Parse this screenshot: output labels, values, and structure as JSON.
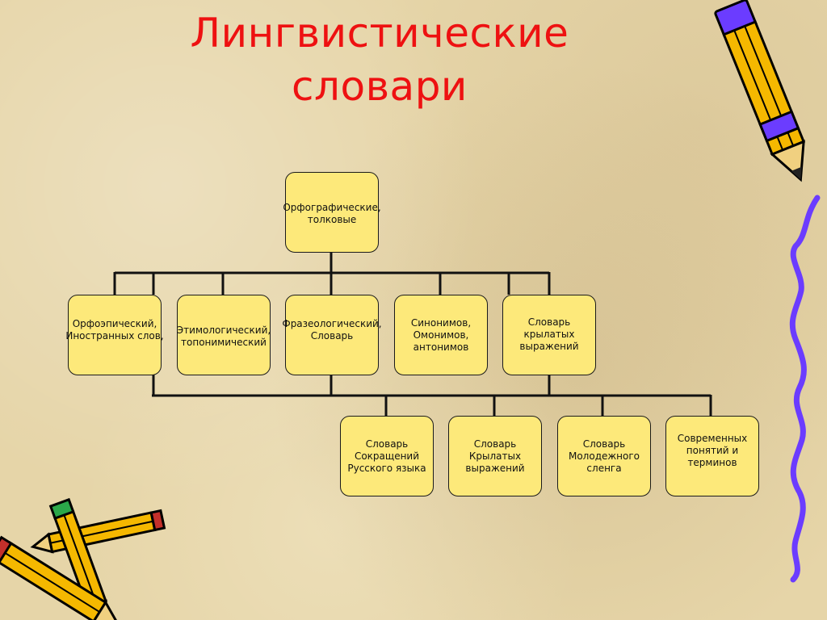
{
  "title": {
    "line1": "Лингвистические",
    "line2": "словари"
  },
  "diagram": {
    "root": "Орфографические,\nтолковые",
    "level2": [
      "Орфоэпический,\nИностранных слов,",
      "Этимологический,\nтопонимический",
      "Фразеологический,\nСловарь",
      "Синонимов,\nОмонимов,\nантонимов",
      "Словарь\nкрылатых\nвыражений"
    ],
    "level3": [
      "Словарь\nСокращений\nРусского языка",
      "Словарь\nКрылатых\nвыражений",
      "Словарь\nМолодежного\nсленга",
      "Современных\nпонятий и\nтерминов"
    ]
  },
  "colors": {
    "title": "#ee1111",
    "box_fill": "#fde97a",
    "line": "#111111",
    "background": "#e6d5a8",
    "pencil_body": "#f5b800",
    "squiggle": "#6b3cff"
  },
  "icons": [
    "pencil-icon",
    "pencils-cluster-icon",
    "squiggle-line"
  ]
}
